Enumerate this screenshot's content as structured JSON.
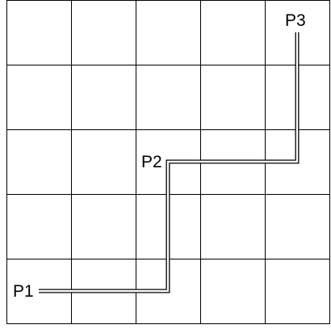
{
  "grid": {
    "rows": 5,
    "cols": 5
  },
  "points": [
    {
      "id": "p1",
      "label": "P1"
    },
    {
      "id": "p2",
      "label": "P2"
    },
    {
      "id": "p3",
      "label": "P3"
    }
  ],
  "colors": {
    "grid": "#000000",
    "path": "#000000",
    "background": "#ffffff"
  }
}
